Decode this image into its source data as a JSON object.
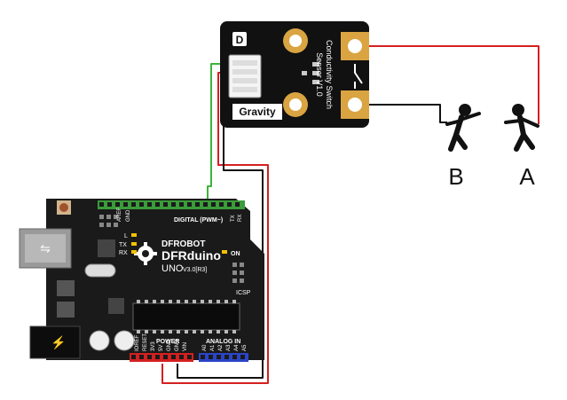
{
  "sensor": {
    "logo_letter": "D",
    "name_line1": "Conductivity Switch",
    "name_line2": "Sensor V1.0",
    "gravity_label": "Gravity"
  },
  "people": {
    "b_label": "B",
    "a_label": "A"
  },
  "board": {
    "brand": "DFROBOT",
    "model": "DFRduino",
    "uno": "UNO",
    "version": "V3.0[R3]",
    "digital_header": "DIGITAL (PWM~)",
    "aref": "AREF",
    "gnd": "GND",
    "tx": "TX",
    "rx": "RX",
    "l_label": "L",
    "tx_led": "TX",
    "rx_led": "RX",
    "on_label": "ON",
    "icsp": "ICSP",
    "power": "POWER",
    "analog_in": "ANALOG IN",
    "power_pins": [
      "IOREF",
      "RESET",
      "3V3",
      "5V",
      "GND",
      "GND",
      "VIN"
    ],
    "analog_pins": [
      "A0",
      "A1",
      "A2",
      "A3",
      "A4",
      "A5"
    ]
  },
  "colors": {
    "wire_green": "#3cb43c",
    "wire_red": "#d42020",
    "wire_black": "#111111",
    "board": "#1a1a1a",
    "gold_pad": "#d9a441"
  }
}
